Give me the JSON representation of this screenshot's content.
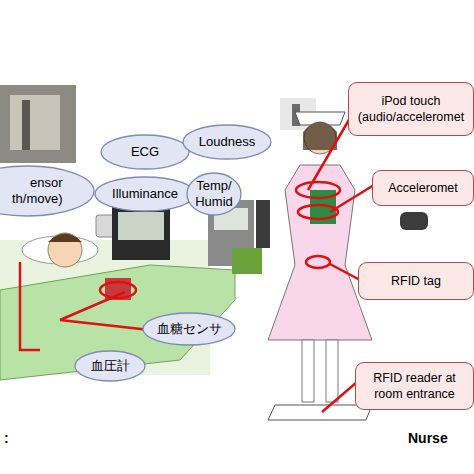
{
  "diagram": {
    "nodes": [
      {
        "text": [
          "ensor th/move)"
        ]
      },
      {
        "text": [
          "ECG"
        ]
      },
      {
        "text": [
          "Loudness"
        ]
      },
      {
        "text": [
          "Illuminance"
        ]
      },
      {
        "text": [
          "Temp/ Humid"
        ]
      },
      {
        "text": [
          "血糖センサ"
        ]
      },
      {
        "text": [
          "血圧計"
        ]
      },
      {
        "text": [
          "iPod touch (audio/acceleromet"
        ]
      },
      {
        "text": [
          "Acceleromet"
        ]
      },
      {
        "text": [
          "RFID tag"
        ]
      },
      {
        "text": [
          "RFID reader at room entrance"
        ]
      }
    ],
    "labels": [
      "Nurse",
      ":"
    ]
  }
}
